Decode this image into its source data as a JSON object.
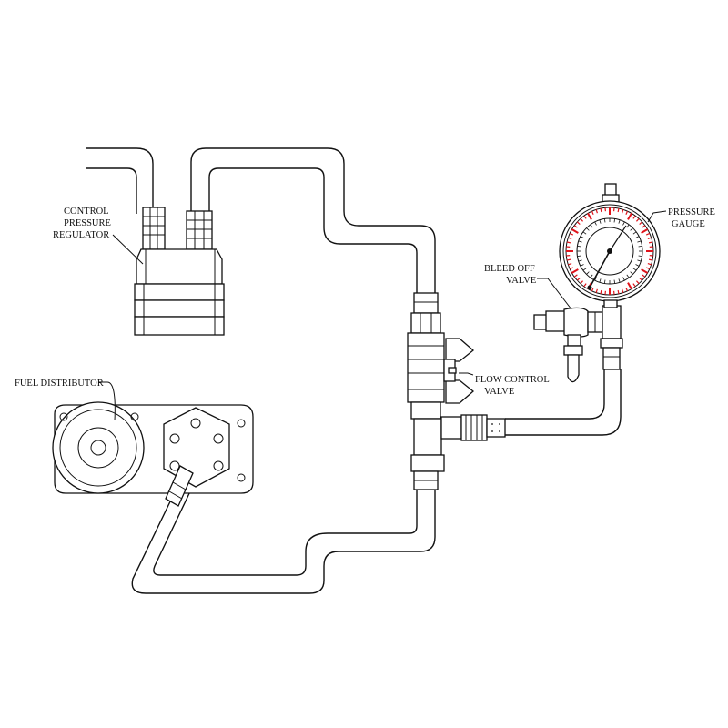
{
  "labels": {
    "control_pressure_regulator": [
      "CONTROL",
      "PRESSURE",
      "REGULATOR"
    ],
    "fuel_distributor": "FUEL DISTRIBUTOR",
    "flow_control_valve": [
      "FLOW CONTROL",
      "VALVE"
    ],
    "bleed_off_valve": [
      "BLEED OFF",
      "VALVE"
    ],
    "pressure_gauge": [
      "PRESSURE",
      "GAUGE"
    ]
  },
  "colors": {
    "line": "#111111",
    "gauge_scale": "#e0141b",
    "background": "#ffffff"
  }
}
